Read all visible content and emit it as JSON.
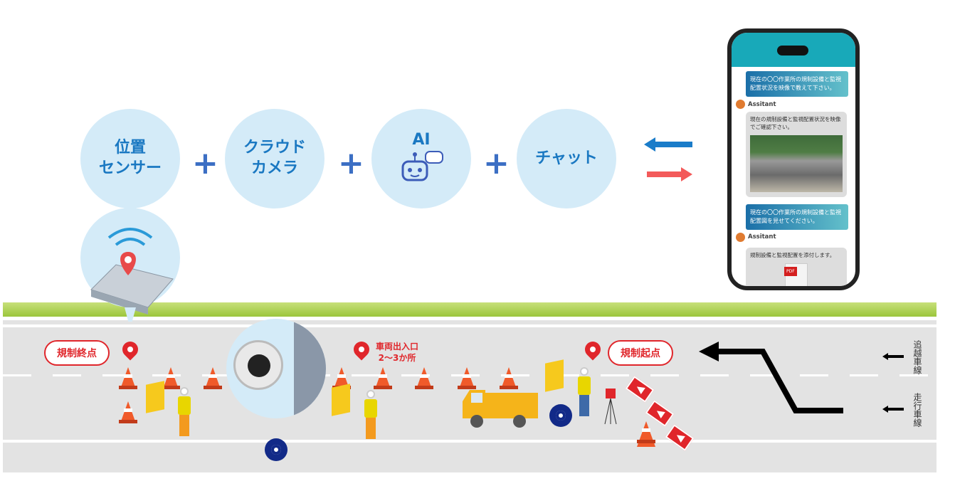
{
  "features": [
    {
      "label_line1": "位置",
      "label_line2": "センサー"
    },
    {
      "label_line1": "クラウド",
      "label_line2": "カメラ"
    },
    {
      "label_line1": "AI",
      "label_line2": ""
    },
    {
      "label_line1": "チャット",
      "label_line2": ""
    }
  ],
  "plus": "+",
  "chat": {
    "messages": [
      {
        "role": "user",
        "text": "現在の〇〇作業所の規制設備と監視配置状況を映像で教えて下さい。"
      },
      {
        "role": "assistant",
        "name": "Assitant",
        "text": "現在の規制設備と監視配置状況を映像でご確認下さい。"
      },
      {
        "role": "user",
        "text": "現在の〇〇作業所の規制設備と監視配置図を見せてください。"
      },
      {
        "role": "assistant",
        "name": "Assitant",
        "text": "規制設備と監視配置を添付します。",
        "attachment": "PDF"
      }
    ]
  },
  "road": {
    "end_label": "規制終点",
    "start_label": "規制起点",
    "entrance_line1": "車両出入口",
    "entrance_line2": "2〜3か所",
    "lane_passing": "追越車線",
    "lane_driving": "走行車線"
  },
  "colors": {
    "circle": "#d4ebf8",
    "accent": "#1a78c2",
    "red": "#e0262b"
  }
}
